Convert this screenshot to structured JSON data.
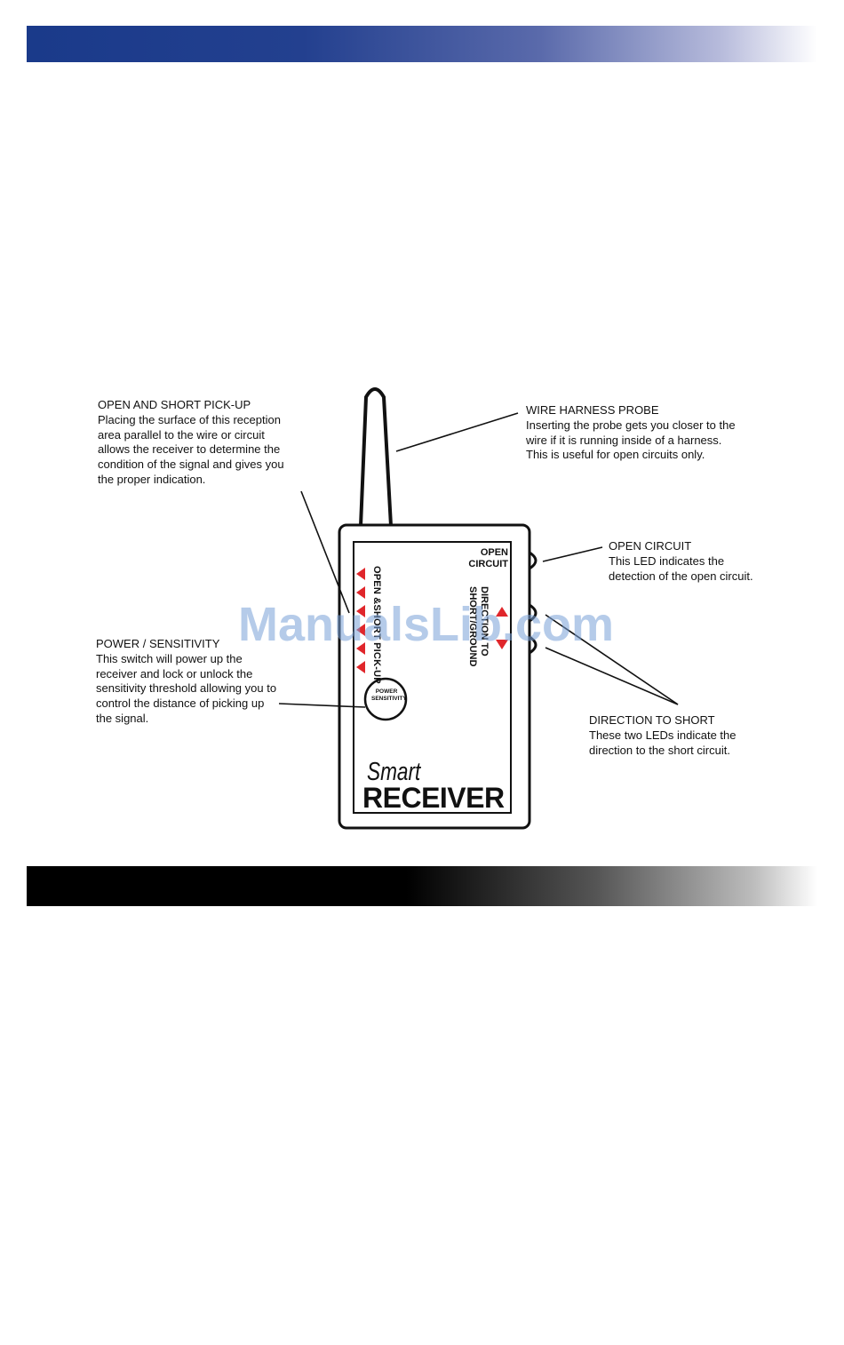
{
  "callouts": {
    "pickup": {
      "heading": "OPEN AND SHORT PICK-UP",
      "lines": [
        "Placing the surface of this reception",
        "area parallel to the wire or circuit",
        "allows the receiver to determine the",
        "condition of the signal and gives you",
        "the proper indication."
      ]
    },
    "probe": {
      "heading": "WIRE HARNESS PROBE",
      "lines": [
        "Inserting the probe gets you closer to the",
        "wire if it is running inside of a harness.",
        "This is useful for open circuits only."
      ]
    },
    "open_circuit": {
      "heading": "OPEN CIRCUIT",
      "lines": [
        "This LED indicates the",
        "detection of the open circuit."
      ]
    },
    "power": {
      "heading": "POWER / SENSITIVITY",
      "lines": [
        "This switch will power up the",
        "receiver and lock or unlock the",
        "sensitivity threshold allowing you to",
        "control the distance of picking up",
        "the signal."
      ]
    },
    "direction": {
      "heading": "DIRECTION TO SHORT",
      "lines": [
        "These two LEDs indicate the",
        "direction to the short circuit."
      ]
    }
  },
  "device": {
    "open_circuit_label_1": "OPEN",
    "open_circuit_label_2": "CIRCUIT",
    "pickup_label": "OPEN &SHORT PICK-UP",
    "direction_label_1": "DIRECTION TO",
    "direction_label_2": "SHORT/GROUND",
    "power_label_1": "POWER",
    "power_label_2": "SENSITIVITY",
    "brand_script": "Smart",
    "brand_main": "RECEIVER"
  },
  "watermark": "ManualsLib.com",
  "colors": {
    "header_band_start": "#1a3a8a",
    "footer_band_start": "#000000",
    "indicator_red": "#e0262b",
    "watermark": "#78a0d7"
  }
}
